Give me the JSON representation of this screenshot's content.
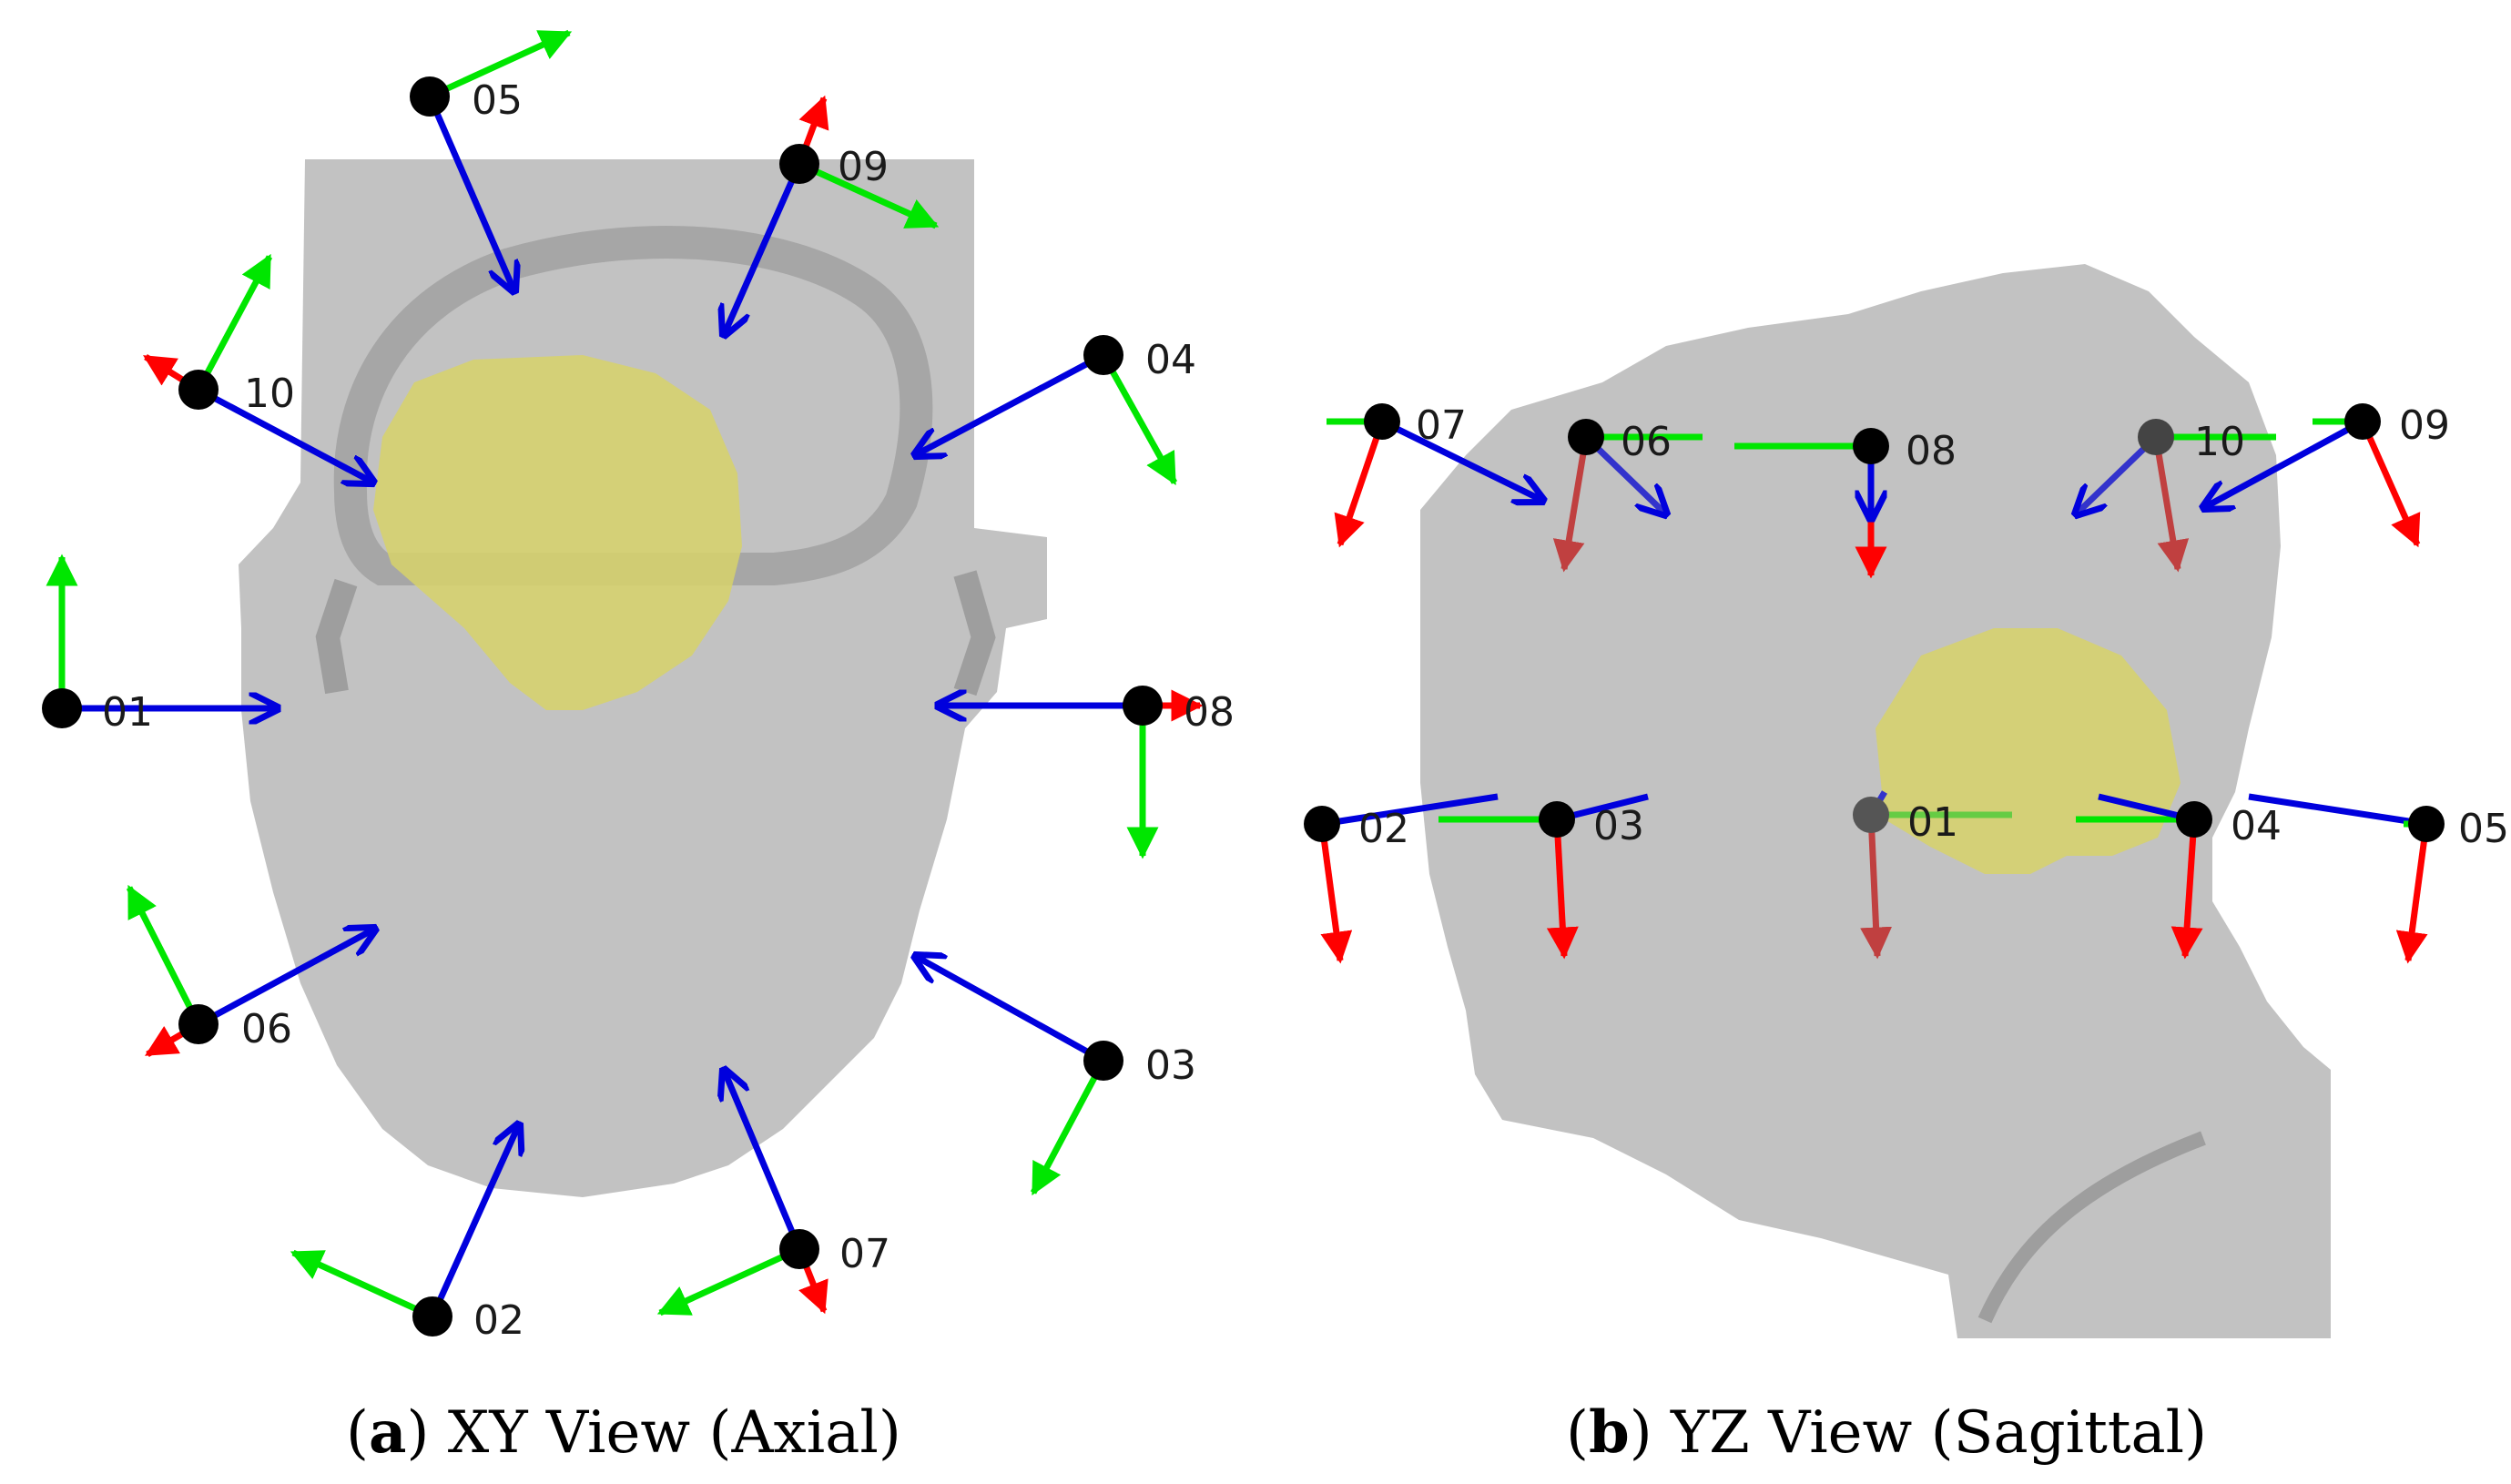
{
  "colors": {
    "tissue": "#c2c2c2",
    "skull": "#9e9e9e",
    "tumor": "#d7d26a",
    "axis_x": "#ff0000",
    "axis_y": "#00e600",
    "axis_z": "#0000dd",
    "sensor": "#000000"
  },
  "panels": [
    {
      "id": "a",
      "caption_letter": "a",
      "caption_text": "XY View (Axial)",
      "sensors": [
        "01",
        "02",
        "03",
        "04",
        "05",
        "06",
        "07",
        "08",
        "09",
        "10"
      ]
    },
    {
      "id": "b",
      "caption_letter": "b",
      "caption_text": "YZ View (Sagittal)",
      "sensors": [
        "01",
        "02",
        "03",
        "04",
        "05",
        "06",
        "07",
        "08",
        "09",
        "10"
      ]
    }
  ]
}
